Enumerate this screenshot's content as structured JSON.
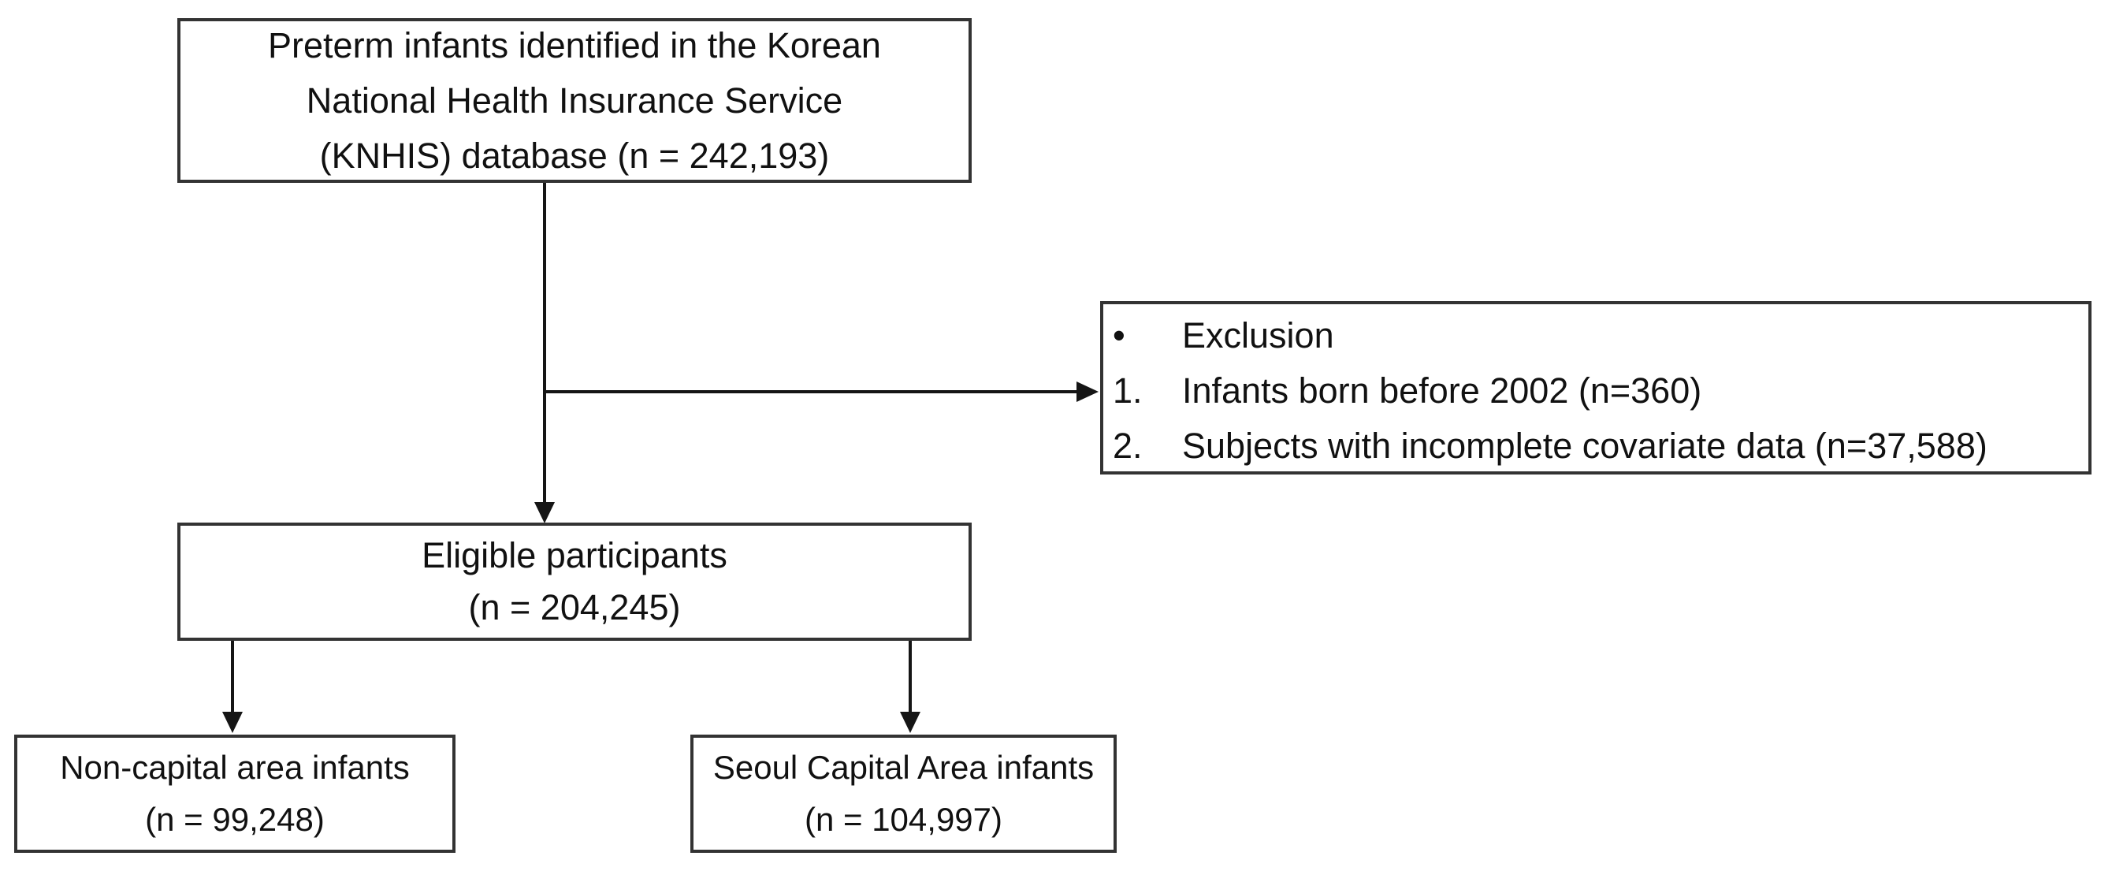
{
  "diagram": {
    "boxes": {
      "source": {
        "text": "Preterm infants identified in the Korean\nNational Health Insurance Service\n(KNHIS) database (n = 242,193)"
      },
      "exclusion": {
        "items": [
          {
            "marker": "•",
            "text": "Exclusion"
          },
          {
            "marker": "1.",
            "text": "Infants born before 2002 (n=360)"
          },
          {
            "marker": "2.",
            "text": "Subjects with incomplete covariate data (n=37,588)"
          }
        ]
      },
      "eligible": {
        "text": "Eligible participants\n(n = 204,245)"
      },
      "non_capital": {
        "text": "Non-capital area infants\n(n = 99,248)"
      },
      "seoul": {
        "text": "Seoul Capital Area infants\n(n = 104,997)"
      }
    },
    "colors": {
      "box_border": "#333333",
      "line": "#151515",
      "text": "#111111",
      "background": "#ffffff"
    }
  }
}
